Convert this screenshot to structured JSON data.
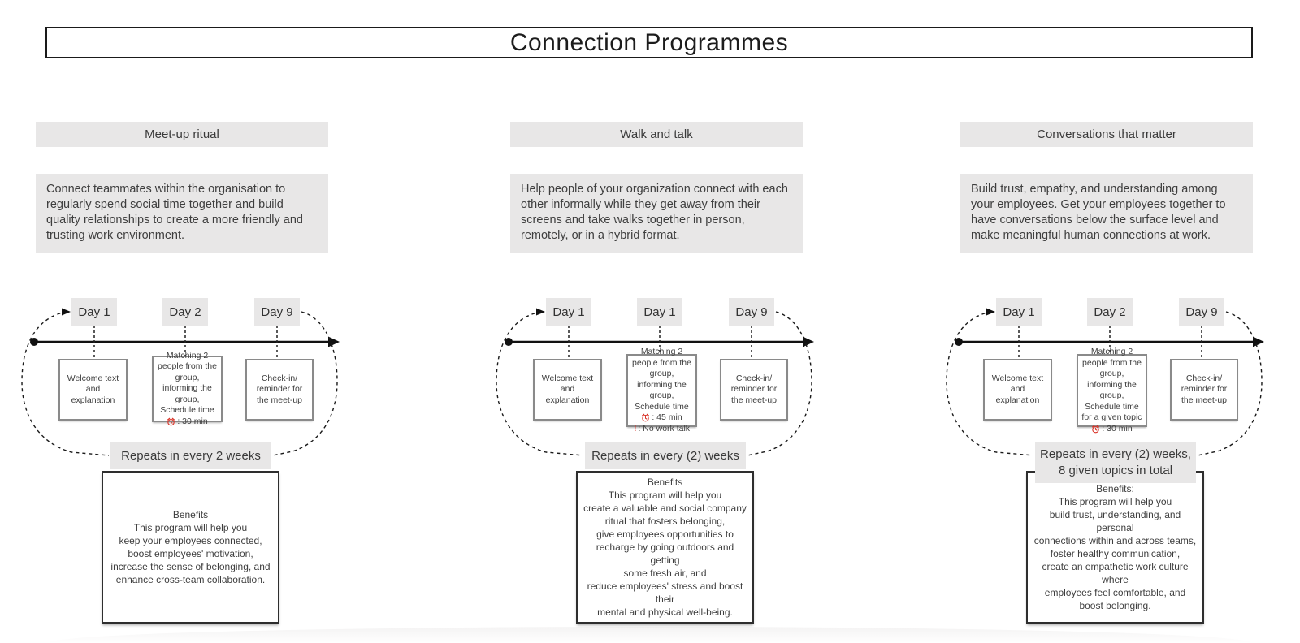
{
  "page": {
    "title": "Connection Programmes"
  },
  "colors": {
    "panel_gray": "#e8e7e7",
    "text_dark": "#3d3d3d",
    "accent_red": "#d93025",
    "line_black": "#1a1a1a"
  },
  "icons": {
    "duration": "alarm-clock-icon",
    "note": "exclamation-icon",
    "cycle": "dashed-loop-arrow",
    "flow": "timeline-arrow"
  },
  "programmes": [
    {
      "title": "Meet-up ritual",
      "description": "Connect teammates within the organisation to regularly spend social time together and build quality relationships to create a more friendly and trusting work environment.",
      "days": [
        "Day 1",
        "Day 2",
        "Day 9"
      ],
      "steps": [
        {
          "text": "Welcome text and explanation"
        },
        {
          "text": "Matching 2 people from the group, informing the group, Schedule time",
          "duration": ": 30 min"
        },
        {
          "text": "Check-in/ reminder for the meet-up"
        }
      ],
      "repeat_label": "Repeats in every 2 weeks",
      "benefits": "Benefits\nThis program will help you\nkeep your employees connected,\nboost employees' motivation,\nincrease the sense of belonging, and\nenhance cross-team collaboration."
    },
    {
      "title": "Walk and talk",
      "description": "Help people of your organization connect with each other informally while they get away from their screens and take walks together in person, remotely, or in a hybrid format.",
      "days": [
        "Day 1",
        "Day 1",
        "Day 9"
      ],
      "steps": [
        {
          "text": "Welcome text and explanation"
        },
        {
          "text": "Matching 2 people from the group, informing the group, Schedule time",
          "duration": ": 45 min",
          "note": ": No work talk"
        },
        {
          "text": "Check-in/ reminder for the meet-up"
        }
      ],
      "repeat_label": "Repeats in every (2) weeks",
      "benefits": "Benefits\nThis program will help you\ncreate a valuable and social company\nritual that fosters belonging,\ngive employees opportunities to\nrecharge by going outdoors and getting\nsome fresh air, and\nreduce employees' stress and boost their\nmental and physical well-being."
    },
    {
      "title": "Conversations that matter",
      "description": "Build trust, empathy, and understanding among your employees. Get your employees together to have conversations below the surface level and make meaningful human connections at work.",
      "days": [
        "Day 1",
        "Day 2",
        "Day 9"
      ],
      "steps": [
        {
          "text": "Welcome text and explanation"
        },
        {
          "text": "Matching 2 people from the group, informing the group, Schedule time for a given topic",
          "duration": ": 30 min"
        },
        {
          "text": "Check-in/ reminder for the meet-up"
        }
      ],
      "repeat_label": "Repeats in every (2) weeks,\n8 given topics in total",
      "benefits": "Benefits:\nThis program will help you\nbuild trust, understanding, and personal\nconnections within and across teams,\nfoster healthy communication,\ncreate an empathetic work culture where\nemployees feel comfortable, and\nboost belonging."
    }
  ]
}
